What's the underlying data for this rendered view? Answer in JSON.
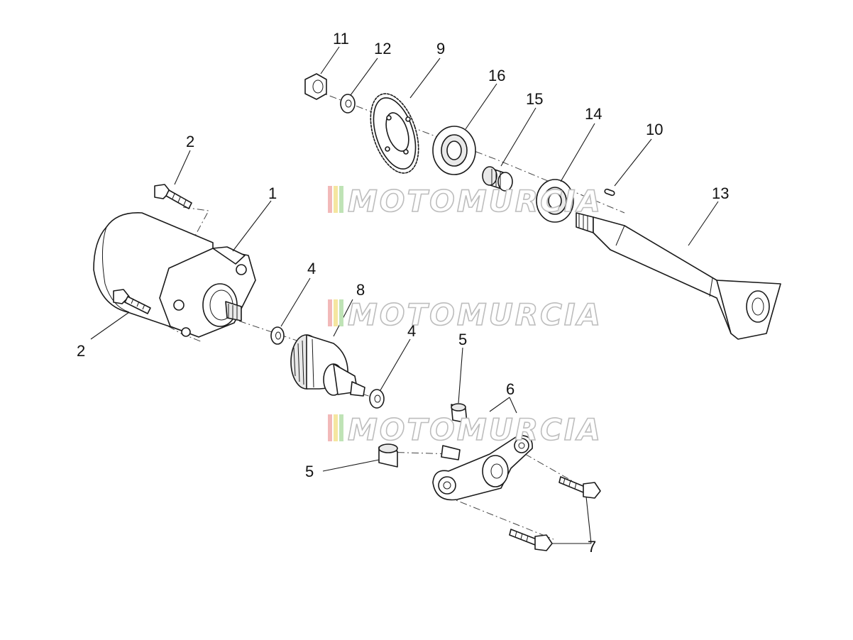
{
  "callouts": {
    "c1": "1",
    "c2a": "2",
    "c2b": "2",
    "c4a": "4",
    "c4b": "4",
    "c5a": "5",
    "c5b": "5",
    "c6": "6",
    "c7": "7",
    "c8": "8",
    "c9": "9",
    "c10": "10",
    "c11": "11",
    "c12": "12",
    "c13": "13",
    "c14": "14",
    "c15": "15",
    "c16": "16"
  },
  "watermark": {
    "text": "MOTOMURCIA"
  },
  "colors": {
    "line": "#1a1a1a",
    "watermark_stroke": "#bdbdbd",
    "watermark_stripes": [
      "#f2b9b9",
      "#f5e6a0",
      "#bfe3b6"
    ]
  }
}
